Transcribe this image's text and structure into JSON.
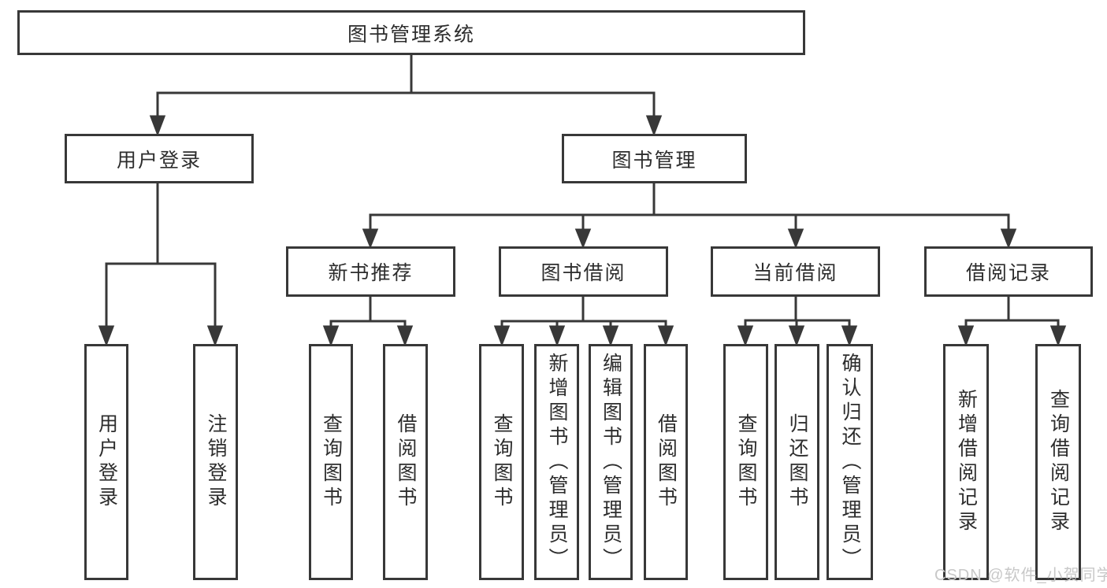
{
  "nodes": {
    "root": {
      "label": "图书管理系统"
    },
    "user_login": {
      "label": "用户登录",
      "children": {
        "login": {
          "label": "用户登录"
        },
        "logout": {
          "label": "注销登录"
        }
      }
    },
    "book_management": {
      "label": "图书管理",
      "children": {
        "new_book_recommend": {
          "label": "新书推荐",
          "children": {
            "query_books": {
              "label": "查询图书"
            },
            "borrow_books": {
              "label": "借阅图书"
            }
          }
        },
        "book_borrowing": {
          "label": "图书借阅",
          "children": {
            "query_books": {
              "label": "查询图书"
            },
            "add_books_admin": {
              "label": "新增图书（管理员）"
            },
            "edit_books_admin": {
              "label": "编辑图书（管理员）"
            },
            "borrow_books": {
              "label": "借阅图书"
            }
          }
        },
        "current_borrowing": {
          "label": "当前借阅",
          "children": {
            "query_books": {
              "label": "查询图书"
            },
            "return_books": {
              "label": "归还图书"
            },
            "confirm_return_admin": {
              "label": "确认归还（管理员）"
            }
          }
        },
        "borrowing_records": {
          "label": "借阅记录",
          "children": {
            "add_record": {
              "label": "新增借阅记录"
            },
            "query_record": {
              "label": "查询借阅记录"
            }
          }
        }
      }
    }
  },
  "watermark": {
    "text": "CSDN @软件_小贺同学"
  },
  "colors": {
    "line": "#383838",
    "box_border": "#383838",
    "text": "#2d2d2d",
    "watermark": "#c8c8c8",
    "background": "#ffffff"
  }
}
